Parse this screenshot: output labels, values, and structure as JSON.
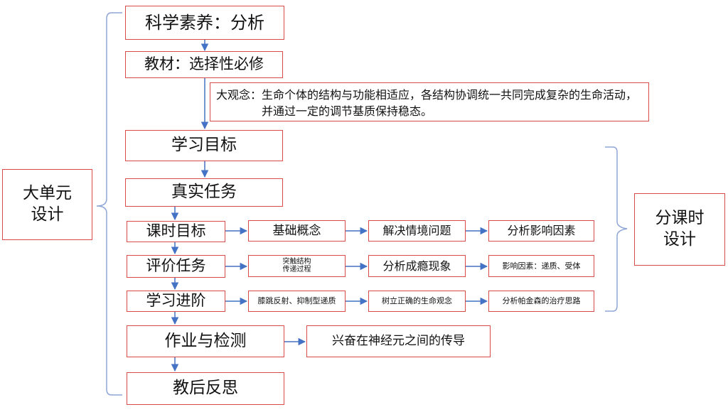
{
  "left_label": "大单元设计",
  "right_label": "分课时设计",
  "main_flow": {
    "literacy": "科学素养：分析",
    "textbook": "教材：选择性必修",
    "big_idea_label": "大观念：",
    "big_idea_text": "生命个体的结构与功能相适应，各结构协调统一共同完成复杂的生命活动，并通过一定的调节基质保持稳态。",
    "goals": "学习目标",
    "task": "真实任务",
    "homework": "作业与检测",
    "reflection": "教后反思"
  },
  "lesson_rows": [
    {
      "label": "课时目标",
      "items": [
        "基础概念",
        "解决情境问题",
        "分析影响因素"
      ]
    },
    {
      "label": "评价任务",
      "items": [
        "突触结构\n传递过程",
        "分析成瘾现象",
        "影响因素：递质、受体"
      ]
    },
    {
      "label": "学习进阶",
      "items": [
        "膝跳反射、抑制型递质",
        "树立正确的生命观念",
        "分析帕金森的治疗思路"
      ]
    }
  ],
  "homework_detail": "兴奋在神经元之间的传导",
  "colors": {
    "box_border": "#d94a4a",
    "arrow": "#4472c4",
    "bracket": "#8ea5d6"
  }
}
